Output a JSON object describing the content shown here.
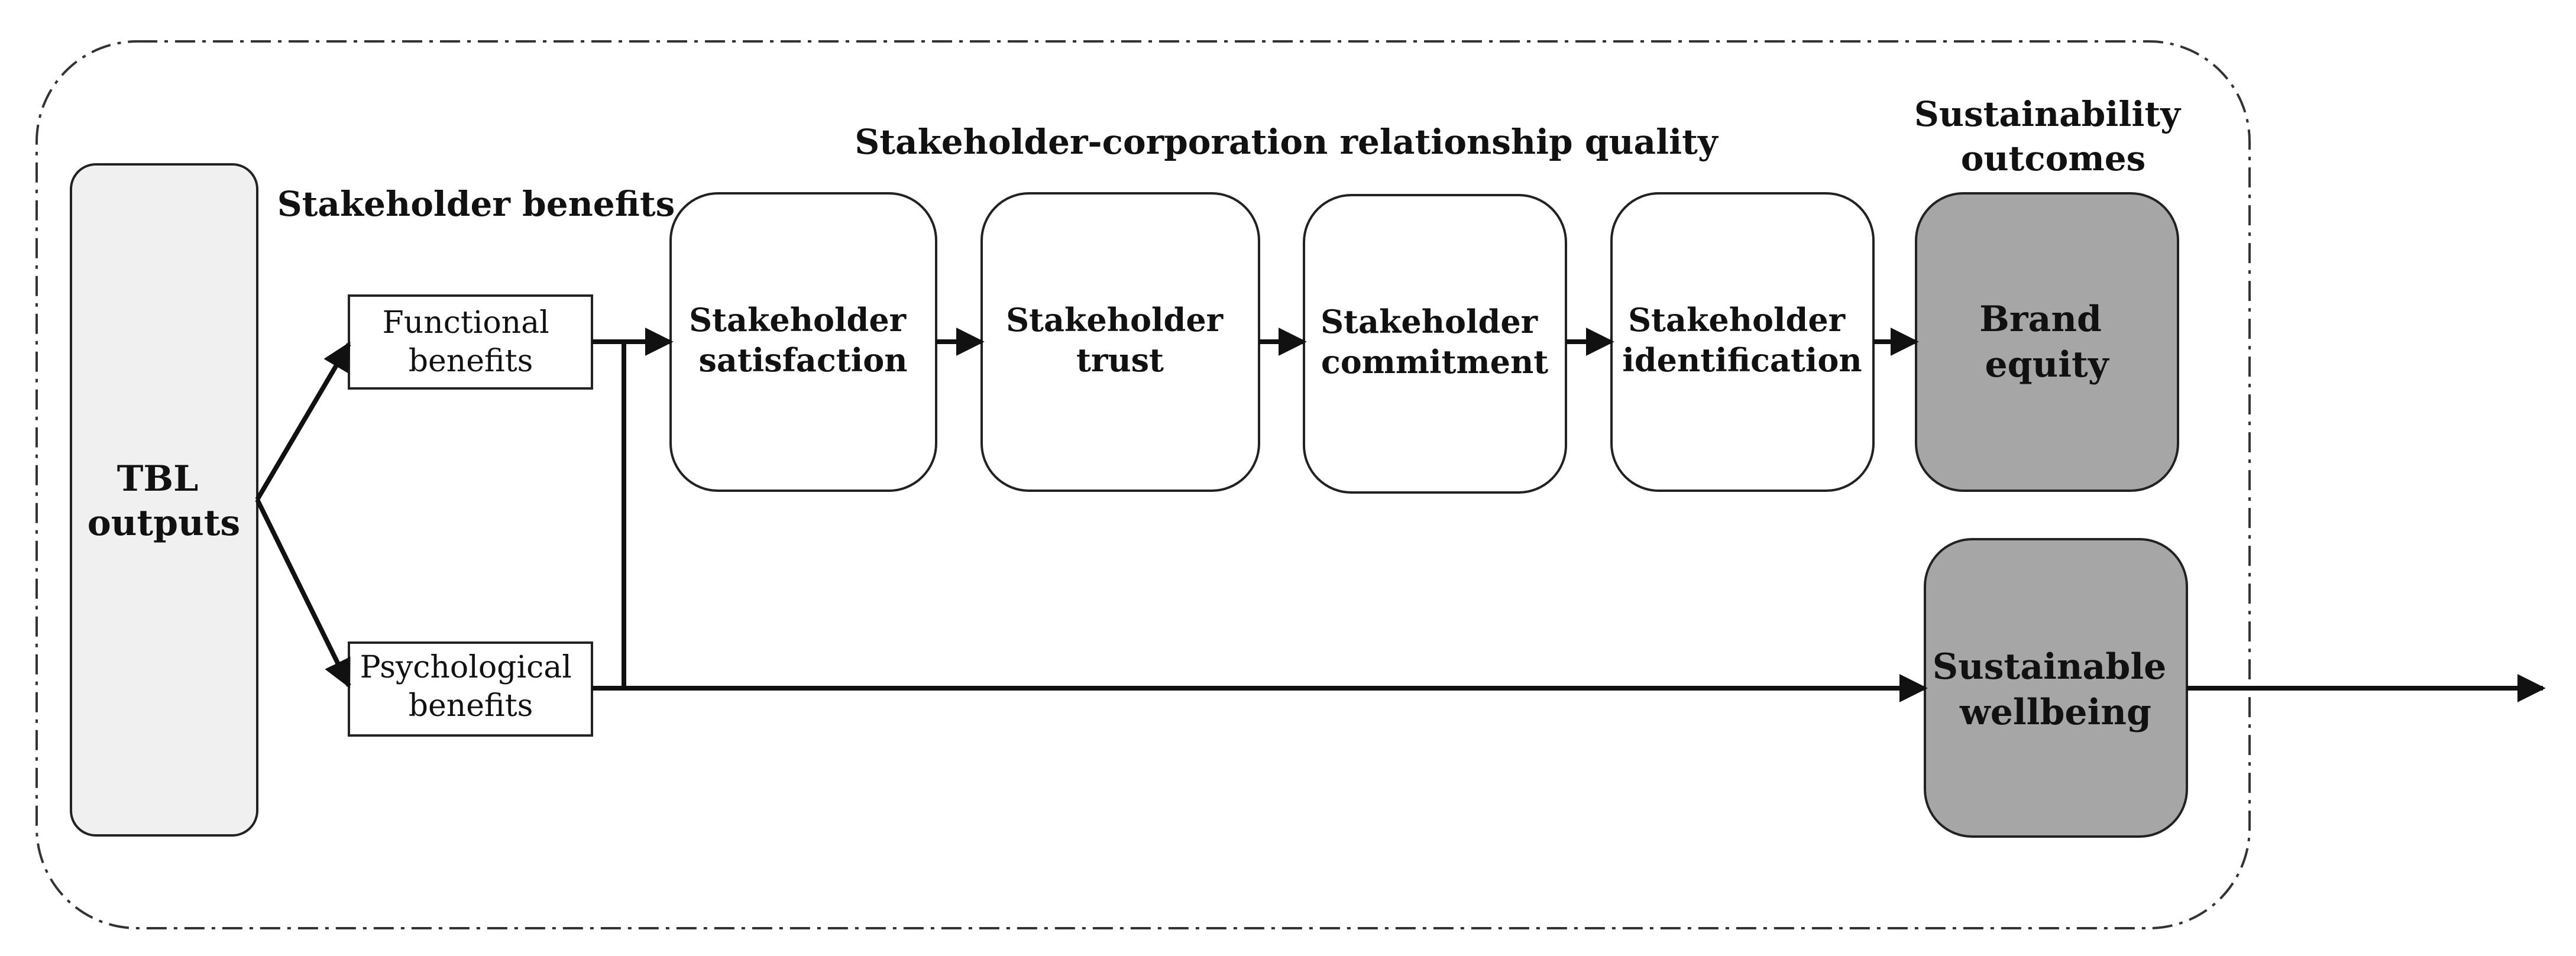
{
  "headings": {
    "stakeholder_benefits": "Stakeholder benefits",
    "relationship_quality": "Stakeholder-corporation relationship quality",
    "sustainability_outcomes": [
      "Sustainability",
      "outcomes"
    ]
  },
  "tbl": {
    "lines": [
      "TBL",
      "outputs"
    ]
  },
  "benefits": {
    "functional": [
      "Functional",
      "benefits"
    ],
    "psychological": [
      "Psychological",
      "benefits"
    ]
  },
  "relationship": {
    "satisfaction": [
      "Stakeholder",
      "satisfaction"
    ],
    "trust": [
      "Stakeholder",
      "trust"
    ],
    "commitment": [
      "Stakeholder",
      "commitment"
    ],
    "identification": [
      "Stakeholder",
      "identification"
    ]
  },
  "outcomes": {
    "brand_equity": [
      "Brand",
      "equity"
    ],
    "wellbeing": [
      "Sustainable",
      "wellbeing"
    ]
  },
  "colors": {
    "tbl_fill": "#f0f0f0",
    "outcome_fill": "#a6a6a6",
    "line": "#111111",
    "frame": "#333333"
  }
}
